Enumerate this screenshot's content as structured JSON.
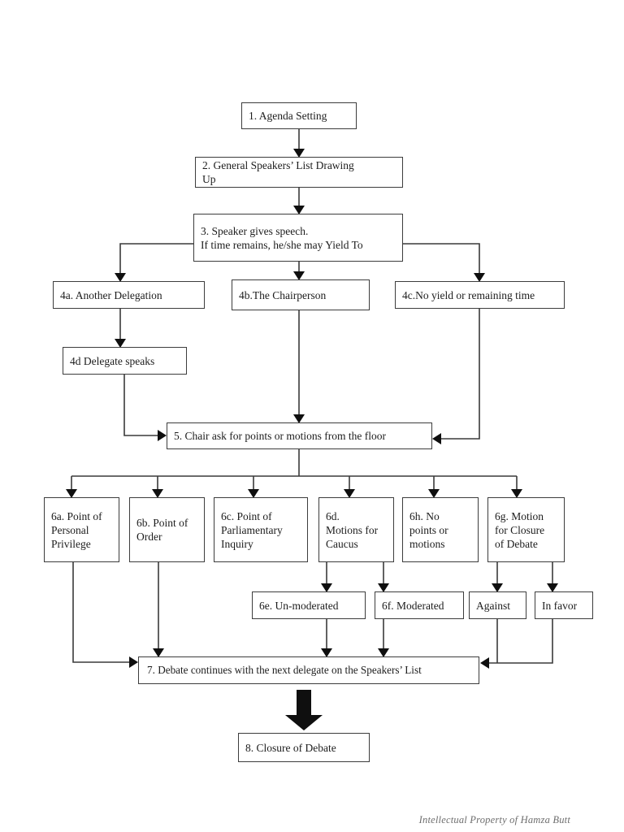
{
  "diagram": {
    "nodes": {
      "n1": {
        "label": "1. Agenda Setting"
      },
      "n2": {
        "label": "2. General Speakers’ List Drawing\nUp"
      },
      "n3": {
        "label": "3. Speaker gives speech.\nIf time remains, he/she may Yield To"
      },
      "n4a": {
        "label": "4a. Another Delegation"
      },
      "n4b": {
        "label": "4b.The Chairperson"
      },
      "n4c": {
        "label": "4c.No yield or remaining time"
      },
      "n4d": {
        "label": "4d Delegate speaks"
      },
      "n5": {
        "label": "5. Chair ask for points or motions from the floor"
      },
      "n6a": {
        "label": "6a. Point of\nPersonal\nPrivilege"
      },
      "n6b": {
        "label": "6b. Point of\nOrder"
      },
      "n6c": {
        "label": "6c. Point of\nParliamentary\nInquiry"
      },
      "n6d": {
        "label": "6d.\nMotions for\nCaucus"
      },
      "n6h": {
        "label": "6h. No\npoints or\nmotions"
      },
      "n6g": {
        "label": "6g. Motion\nfor Closure\nof Debate"
      },
      "n6e": {
        "label": "6e. Un-moderated"
      },
      "n6f": {
        "label": "6f. Moderated"
      },
      "nAgainst": {
        "label": "Against"
      },
      "nInFavor": {
        "label": "In favor"
      },
      "n7": {
        "label": "7. Debate continues with the next delegate on the Speakers’ List"
      },
      "n8": {
        "label": "8. Closure of Debate"
      }
    },
    "colors": {
      "line": "#3a3a3a",
      "arrow": "#0f0f0f",
      "border": "#3c3c3c",
      "text": "#1c1c1c",
      "background": "#ffffff"
    }
  },
  "footer": {
    "credit": "Intellectual Property of Hamza Butt"
  }
}
